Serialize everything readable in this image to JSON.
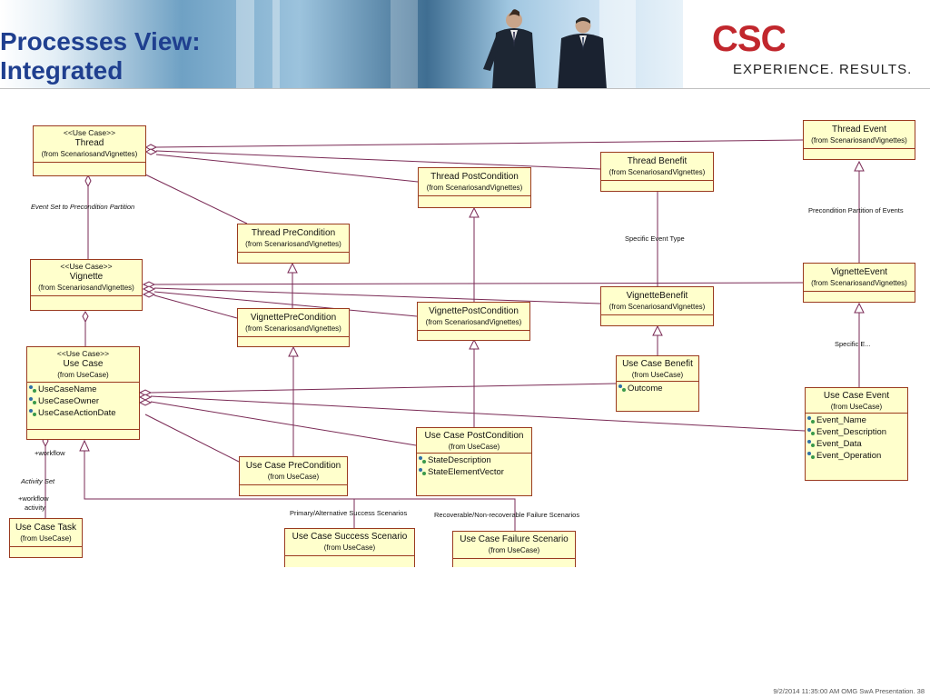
{
  "slide": {
    "title_line1": "Processes View:",
    "title_line2": "Integrated",
    "logo_letters": "CSC",
    "logo_tagline": "EXPERIENCE. RESULTS.",
    "footer": "9/2/2014 11:35:00 AM OMG SwA Presentation. 38",
    "title_color": "#1f3f8f",
    "logo_color": "#c1272d"
  },
  "diagram": {
    "boxes": {
      "thread": {
        "stereotype": "<<Use Case>>",
        "name": "Thread",
        "source": "(from ScenariosandVignettes)"
      },
      "vignette": {
        "stereotype": "<<Use Case>>",
        "name": "Vignette",
        "source": "(from ScenariosandVignettes)"
      },
      "use_case": {
        "stereotype": "<<Use Case>>",
        "name": "Use Case",
        "source": "(from UseCase)",
        "attributes": [
          "UseCaseName",
          "UseCaseOwner",
          "UseCaseActionDate"
        ]
      },
      "use_case_task": {
        "name": "Use Case Task",
        "source": "(from UseCase)"
      },
      "thread_precondition": {
        "name": "Thread PreCondition",
        "source": "(from ScenariosandVignettes)"
      },
      "vignette_precondition": {
        "name": "VignettePreCondition",
        "source": "(from ScenariosandVignettes)"
      },
      "use_case_precondition": {
        "name": "Use Case PreCondition",
        "source": "(from UseCase)"
      },
      "thread_postcondition": {
        "name": "Thread PostCondition",
        "source": "(from ScenariosandVignettes)"
      },
      "vignette_postcondition": {
        "name": "VignettePostCondition",
        "source": "(from ScenariosandVignettes)"
      },
      "use_case_postcondition": {
        "name": "Use Case PostCondition",
        "source": "(from UseCase)",
        "attributes": [
          "StateDescription",
          "StateElementVector"
        ]
      },
      "thread_benefit": {
        "name": "Thread Benefit",
        "source": "(from ScenariosandVignettes)"
      },
      "vignette_benefit": {
        "name": "VignetteBenefit",
        "source": "(from ScenariosandVignettes)"
      },
      "use_case_benefit": {
        "name": "Use Case Benefit",
        "source": "(from UseCase)",
        "attributes": [
          "Outcome"
        ]
      },
      "thread_event": {
        "name": "Thread Event",
        "source": "(from ScenariosandVignettes)"
      },
      "vignette_event": {
        "name": "VignetteEvent",
        "source": "(from ScenariosandVignettes)"
      },
      "use_case_event": {
        "name": "Use Case Event",
        "source": "(from UseCase)",
        "attributes": [
          "Event_Name",
          "Event_Description",
          "Event_Data",
          "Event_Operation"
        ]
      },
      "success_scenario": {
        "name": "Use Case Success Scenario",
        "source": "(from UseCase)"
      },
      "failure_scenario": {
        "name": "Use Case Failure Scenario",
        "source": "(from UseCase)"
      }
    },
    "labels": {
      "event_set": "Event Set to Precondition Partition",
      "precondition_partition": "Precondition Partition of Events",
      "specific_event_type": "Specific Event Type",
      "specific_e": "Specific E...",
      "workflow": "+workflow",
      "activity_set": "Activity Set",
      "workflow_activity_1": "+workflow",
      "workflow_activity_2": "activity",
      "primary_alt": "Primary/Alternative Success Scenarios",
      "recoverable": "Recoverable/Non-recoverable Failure Scenarios"
    },
    "colors": {
      "box_fill": "#ffffcc",
      "box_border": "#9a3a1f",
      "line": "#7a2a55"
    }
  }
}
